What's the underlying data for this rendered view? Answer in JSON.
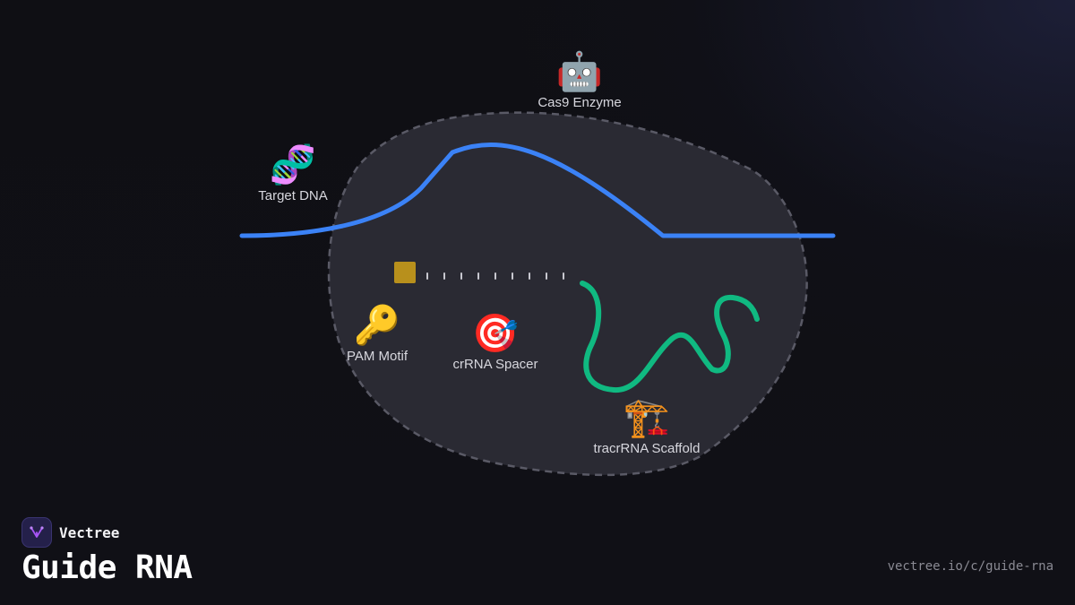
{
  "brand": {
    "name": "Vectree",
    "logo_icon": "vectree-logo-icon"
  },
  "page": {
    "title": "Guide RNA",
    "url": "vectree.io/c/guide-rna"
  },
  "colors": {
    "background": "#101016",
    "cell_fill": "#2a2a33",
    "cell_border": "#5a5a66",
    "dna_strand": "#3b82f6",
    "rna_strand": "#10b981",
    "pam_marker": "#b8901c",
    "tick_marks": "#c8c8d0",
    "label_text": "#d7d7de"
  },
  "nodes": {
    "cas9": {
      "icon": "robot-icon",
      "emoji": "🤖",
      "label": "Cas9 Enzyme"
    },
    "target_dna": {
      "icon": "dna-icon",
      "emoji": "🧬",
      "label": "Target DNA"
    },
    "pam": {
      "icon": "key-icon",
      "emoji": "🔑",
      "label": "PAM Motif"
    },
    "crrna": {
      "icon": "target-icon",
      "emoji": "🎯",
      "label": "crRNA Spacer"
    },
    "tracrrna": {
      "icon": "crane-icon",
      "emoji": "🏗️",
      "label": "tracrRNA Scaffold"
    }
  },
  "spacer_ticks_count": 9
}
